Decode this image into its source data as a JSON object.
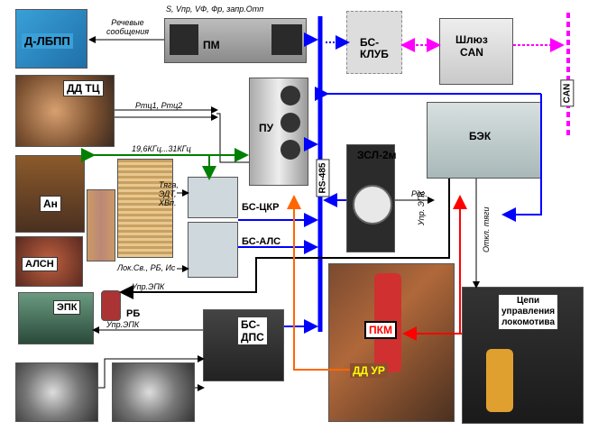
{
  "blocks": {
    "dlbpp": "Д-ЛБПП",
    "dd_tc": "ДД ТЦ",
    "pm": "ПМ",
    "pu": "ПУ",
    "bs_club": "БС-\nКЛУБ",
    "gateway_can": "Шлюз\nCAN",
    "can": "CAN",
    "bek": "БЭК",
    "zsl": "ЗСЛ-2м",
    "rs485": "RS-485",
    "an": "Ан",
    "alsn": "АЛСН",
    "epk": "ЭПК",
    "rb": "РБ",
    "bs_ckr": "БС-ЦКР",
    "bs_als": "БС-АЛС",
    "bs_dps": "БС-\nДПС",
    "pkm": "ПКМ",
    "dd_ur": "ДД УР",
    "circuits": "Цепи\nуправления\nлокомотива"
  },
  "signals": {
    "speech": "Речевые\nсообщения",
    "pm_params": "S, Vпр, VФ, Фр, запр.Отп",
    "rtc": "Pтц1, Pтц2",
    "freq": "19,6КГц...31КГц",
    "traction": "Тяга,\nЭДТ,\nХВп.",
    "lok": "Лок.Св., РБ, Ис",
    "upr_epk1": "Упр.ЭПК",
    "upr_epk2": "Упр.ЭПК",
    "upr_epk_vert": "Упр. ЭПК",
    "reg": "Рег.",
    "otkl": "Откл. тяги"
  },
  "colors": {
    "bus_blue": "#0000ff",
    "magenta": "#ff00ff",
    "green": "#008000",
    "orange": "#ff6600",
    "red": "#ff0000",
    "label_red": "#ff0000",
    "label_yellow": "#ffff00"
  }
}
